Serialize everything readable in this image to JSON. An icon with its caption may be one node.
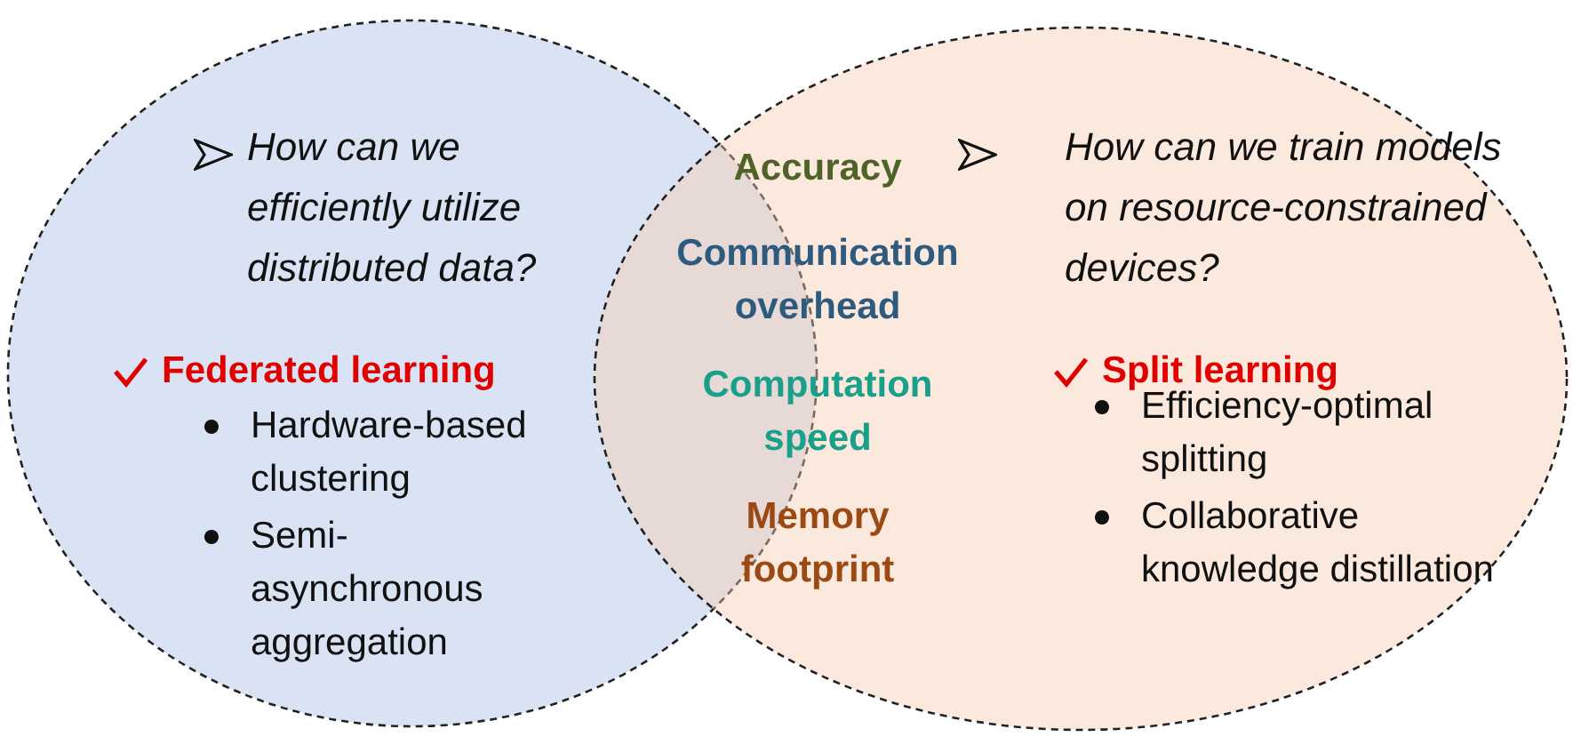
{
  "diagram": {
    "nodes": [
      {
        "text": [
          "How can we efficiently utilize distributed data?",
          "Federated learning",
          "Hardware-based clustering",
          "Semi-asynchronous aggregation"
        ]
      },
      {
        "text": [
          "How can we train models on resource-constrained devices?",
          "Split learning",
          "Efficiency-optimal splitting",
          "Collaborative knowledge distillation"
        ]
      }
    ],
    "edges": [],
    "labels": [
      "Accuracy",
      "Communication overhead",
      "Computation speed",
      "Memory footprint"
    ]
  }
}
